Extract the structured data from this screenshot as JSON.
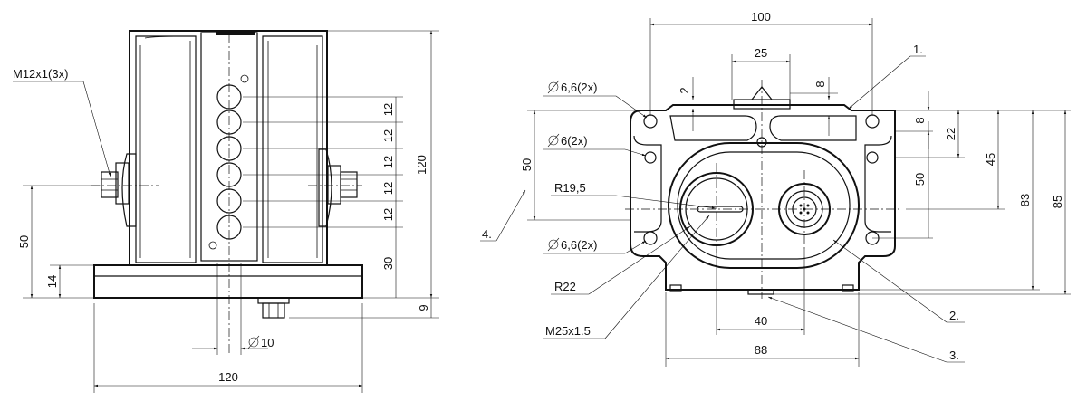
{
  "side_view": {
    "thread_label": "M12x1(3x)",
    "dim_spacing": [
      "12",
      "12",
      "12",
      "12",
      "12"
    ],
    "dim_30": "30",
    "dim_height": "120",
    "dim_50": "50",
    "dim_14": "14",
    "dim_9": "9",
    "dim_dia10": "10",
    "dim_width": "120"
  },
  "front_view": {
    "dim_100": "100",
    "dim_25": "25",
    "dim_2": "2",
    "dim_8_top": "8",
    "dim_8_side": "8",
    "dim_22": "22",
    "dim_45": "45",
    "dim_50_right": "50",
    "dim_50_left": "50",
    "dim_83": "83",
    "dim_85": "85",
    "dim_40": "40",
    "dim_88": "88",
    "hole_top": "6,6(2x)",
    "hole_mid": "6(2x)",
    "hole_bottom": "6,6(2x)",
    "radius_1": "R19,5",
    "radius_2": "R22",
    "thread_big": "M25x1.5",
    "callout_1": "1.",
    "callout_2": "2.",
    "callout_3": "3.",
    "callout_4": "4."
  }
}
